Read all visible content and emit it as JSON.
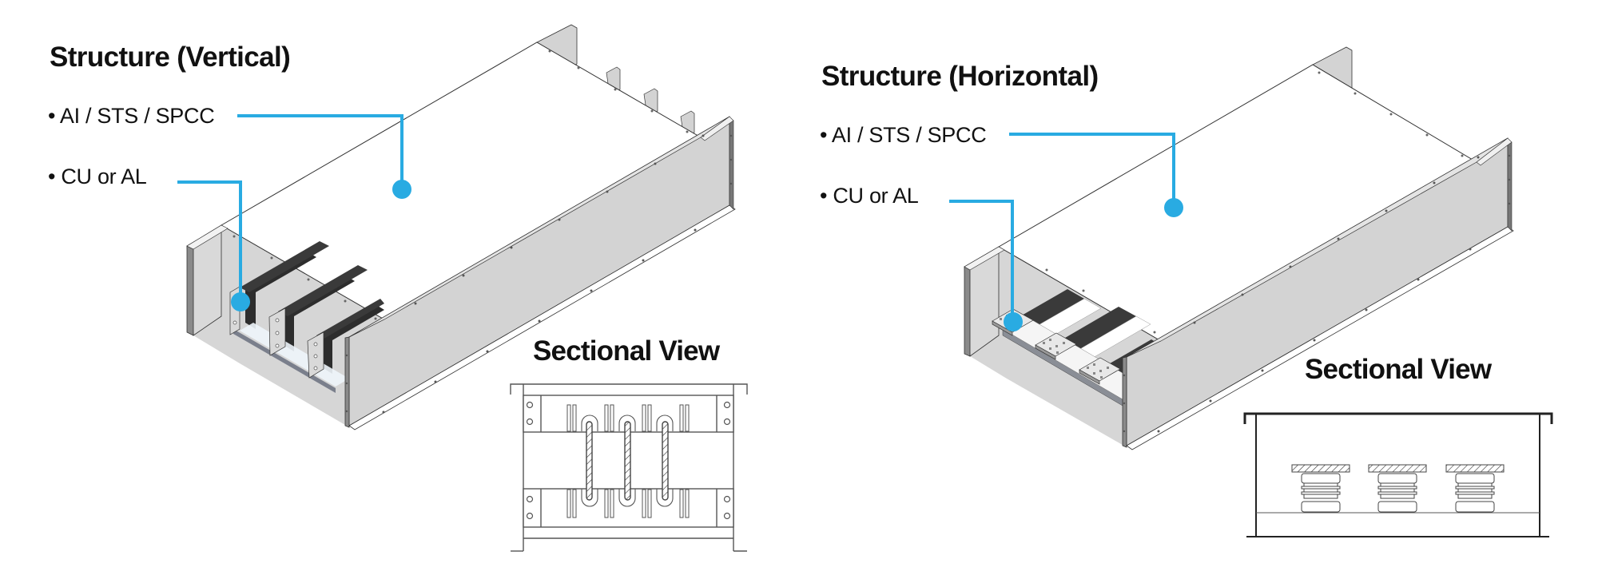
{
  "accent_color": "#29abe2",
  "panels": [
    {
      "title": "Structure (Vertical)",
      "callouts": [
        {
          "label": "• AI / STS / SPCC",
          "target": "housing"
        },
        {
          "label": "• CU or AL",
          "target": "busbar"
        }
      ],
      "sectional_title": "Sectional View",
      "busbar_count": 3
    },
    {
      "title": "Structure (Horizontal)",
      "callouts": [
        {
          "label": "• AI / STS / SPCC",
          "target": "housing"
        },
        {
          "label": "• CU or AL",
          "target": "busbar"
        }
      ],
      "sectional_title": "Sectional View",
      "busbar_count": 3
    }
  ]
}
